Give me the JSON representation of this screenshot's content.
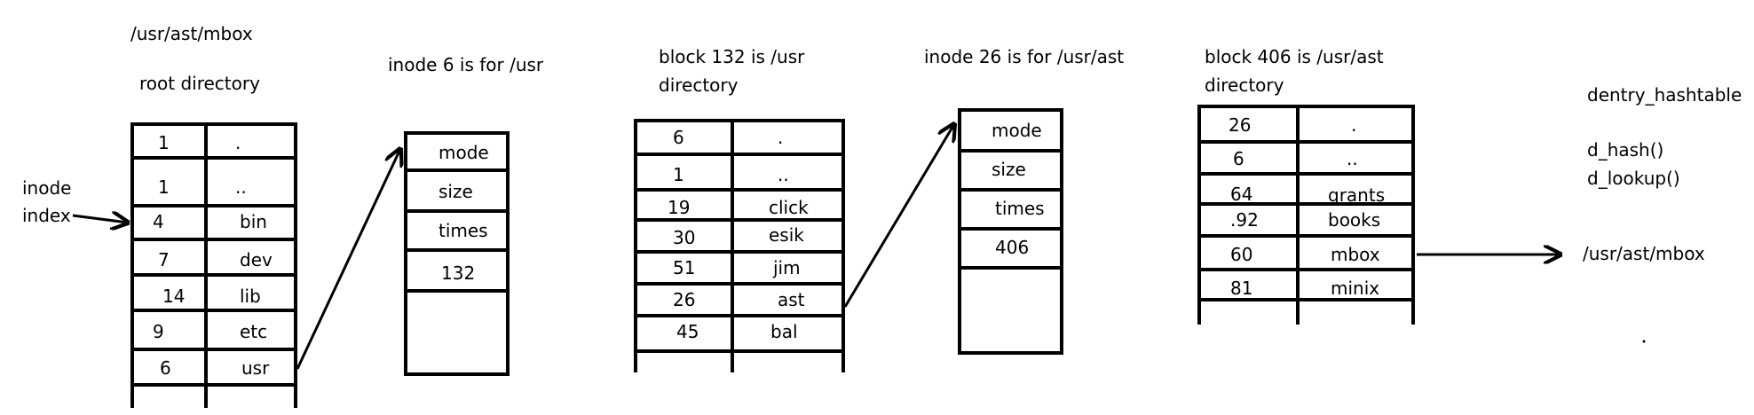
{
  "labels": {
    "path_top": "/usr/ast/mbox",
    "root_directory": "root directory",
    "inode_index_1": "inode",
    "inode_index_2": "index",
    "inode6_title": "inode 6 is for /usr",
    "block132_title_1": "block 132 is /usr",
    "block132_title_2": "directory",
    "inode26_title": "inode 26 is for /usr/ast",
    "block406_title_1": "block 406 is /usr/ast",
    "block406_title_2": "directory",
    "dentry_hashtable": "dentry_hashtable",
    "d_hash": "d_hash()",
    "d_lookup": "d_lookup()",
    "result_path": "/usr/ast/mbox"
  },
  "root_dir": [
    {
      "inode": "1",
      "name": "."
    },
    {
      "inode": "1",
      "name": ".."
    },
    {
      "inode": "4",
      "name": "bin"
    },
    {
      "inode": "7",
      "name": "dev"
    },
    {
      "inode": "14",
      "name": "lib"
    },
    {
      "inode": "9",
      "name": "etc"
    },
    {
      "inode": "6",
      "name": "usr"
    }
  ],
  "inode6": [
    "mode",
    "size",
    "times",
    "132"
  ],
  "block132": [
    {
      "inode": "6",
      "name": "."
    },
    {
      "inode": "1",
      "name": ".."
    },
    {
      "inode": "19",
      "name": "click"
    },
    {
      "inode": "30",
      "name": "esik"
    },
    {
      "inode": "51",
      "name": "jim"
    },
    {
      "inode": "26",
      "name": "ast"
    },
    {
      "inode": "45",
      "name": "bal"
    }
  ],
  "inode26": [
    "mode",
    "size",
    "times",
    "406"
  ],
  "block406": [
    {
      "inode": "26",
      "name": "."
    },
    {
      "inode": "6",
      "name": ".."
    },
    {
      "inode": "64",
      "name": "qrants"
    },
    {
      "inode": ".92",
      "name": "books"
    },
    {
      "inode": "60",
      "name": "mbox"
    },
    {
      "inode": "81",
      "name": "minix"
    }
  ]
}
